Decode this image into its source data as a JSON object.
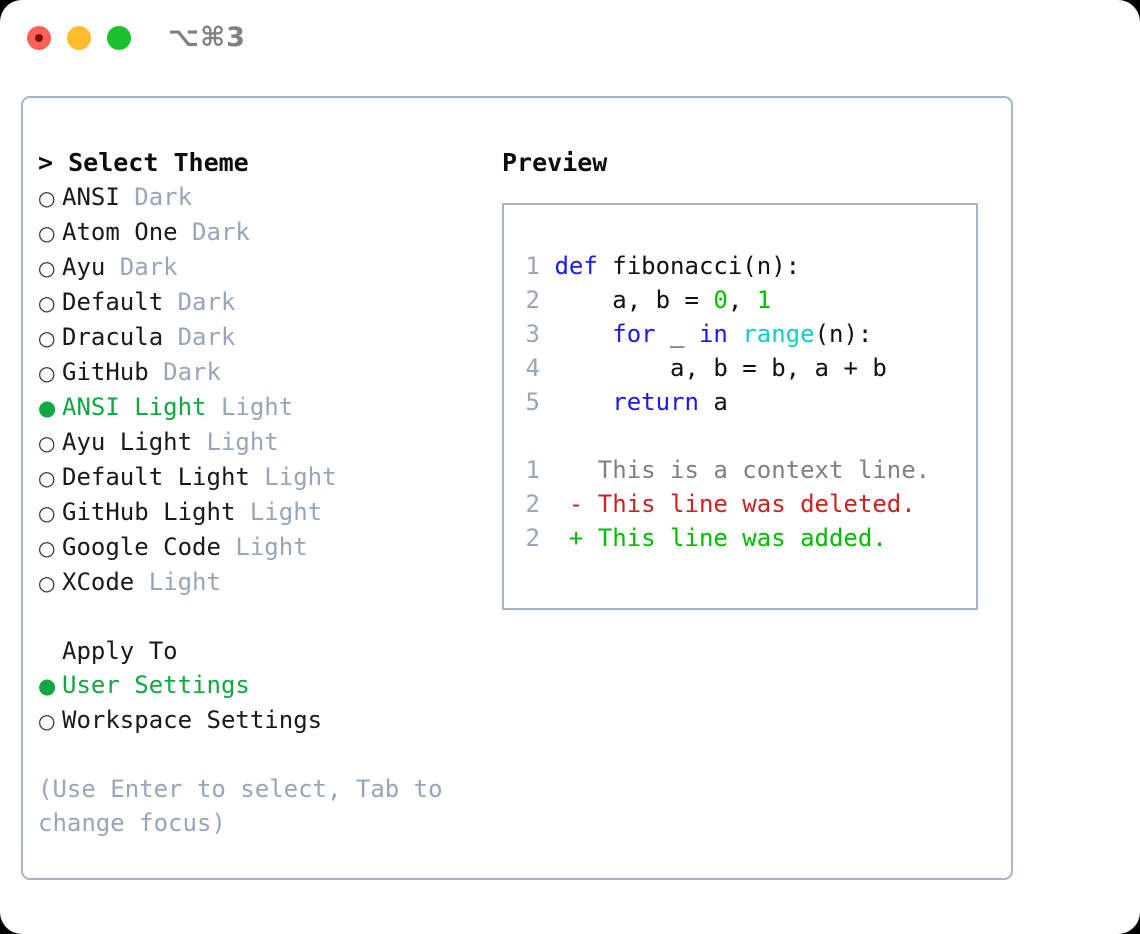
{
  "window": {
    "shortcut_label": "⌥⌘3",
    "traffic_lights": [
      "close-red",
      "minimize-yellow",
      "maximize-green"
    ]
  },
  "left": {
    "heading": "> Select Theme",
    "themes": [
      {
        "marker": "○",
        "name": "ANSI",
        "tag": "Dark",
        "selected": false
      },
      {
        "marker": "○",
        "name": "Atom One",
        "tag": "Dark",
        "selected": false
      },
      {
        "marker": "○",
        "name": "Ayu",
        "tag": "Dark",
        "selected": false
      },
      {
        "marker": "○",
        "name": "Default",
        "tag": "Dark",
        "selected": false
      },
      {
        "marker": "○",
        "name": "Dracula",
        "tag": "Dark",
        "selected": false
      },
      {
        "marker": "○",
        "name": "GitHub",
        "tag": "Dark",
        "selected": false
      },
      {
        "marker": "●",
        "name": "ANSI Light",
        "tag": "Light",
        "selected": true
      },
      {
        "marker": "○",
        "name": "Ayu Light",
        "tag": "Light",
        "selected": false
      },
      {
        "marker": "○",
        "name": "Default Light",
        "tag": "Light",
        "selected": false
      },
      {
        "marker": "○",
        "name": "GitHub Light",
        "tag": "Light",
        "selected": false
      },
      {
        "marker": "○",
        "name": "Google Code",
        "tag": "Light",
        "selected": false
      },
      {
        "marker": "○",
        "name": "XCode",
        "tag": "Light",
        "selected": false
      }
    ],
    "apply_to": {
      "title": "Apply To",
      "options": [
        {
          "marker": "●",
          "label": "User Settings",
          "selected": true
        },
        {
          "marker": "○",
          "label": "Workspace Settings",
          "selected": false
        }
      ]
    },
    "hint": "(Use Enter to select, Tab to change focus)"
  },
  "right": {
    "title": "Preview",
    "code_lines": [
      {
        "num": "1",
        "segments": [
          {
            "t": "def",
            "c": "kw"
          },
          {
            "t": " fibonacci(n):",
            "c": "plain"
          }
        ]
      },
      {
        "num": "2",
        "segments": [
          {
            "t": "    a, b = ",
            "c": "plain"
          },
          {
            "t": "0",
            "c": "num"
          },
          {
            "t": ", ",
            "c": "plain"
          },
          {
            "t": "1",
            "c": "num"
          }
        ]
      },
      {
        "num": "3",
        "segments": [
          {
            "t": "    ",
            "c": "plain"
          },
          {
            "t": "for",
            "c": "kw"
          },
          {
            "t": " _ ",
            "c": "plain"
          },
          {
            "t": "in",
            "c": "kw"
          },
          {
            "t": " ",
            "c": "plain"
          },
          {
            "t": "range",
            "c": "fn"
          },
          {
            "t": "(n):",
            "c": "plain"
          }
        ]
      },
      {
        "num": "4",
        "segments": [
          {
            "t": "        a, b = b, a + b",
            "c": "plain"
          }
        ]
      },
      {
        "num": "5",
        "segments": [
          {
            "t": "    ",
            "c": "plain"
          },
          {
            "t": "return",
            "c": "kw"
          },
          {
            "t": " a",
            "c": "plain"
          }
        ]
      }
    ],
    "diff_lines": [
      {
        "num": "1",
        "marker": " ",
        "text": "This is a context line.",
        "kind": "diff-ctx"
      },
      {
        "num": "2",
        "marker": "-",
        "text": "This line was deleted.",
        "kind": "diff-del"
      },
      {
        "num": "2",
        "marker": "+",
        "text": "This line was added.",
        "kind": "diff-add"
      }
    ]
  },
  "colors": {
    "accent_green": "#12a744",
    "keyword_blue": "#1a1aee",
    "function_cyan": "#13cbcb",
    "number_green": "#00c000",
    "diff_add": "#00bb00",
    "diff_del": "#cc2222",
    "muted": "#9aa5b5",
    "border": "#aab4c4"
  }
}
